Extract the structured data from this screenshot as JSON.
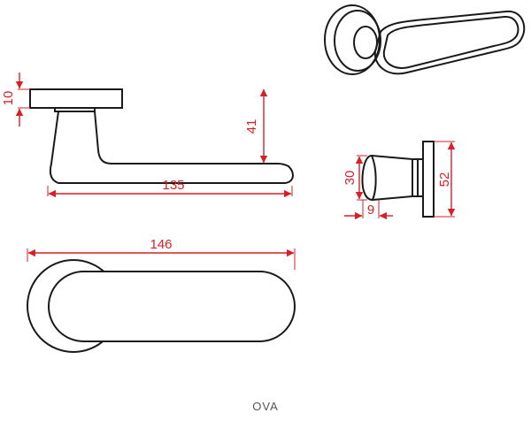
{
  "colors": {
    "dimension": "#d91f26",
    "outline": "#1a1a1a",
    "caption": "#555555"
  },
  "dimensions": {
    "rose_thickness": "10",
    "handle_height": "41",
    "handle_length": "135",
    "total_length": "146",
    "rose_diameter": "52",
    "grip_height": "30",
    "grip_depth": "9"
  },
  "caption": "OVA"
}
